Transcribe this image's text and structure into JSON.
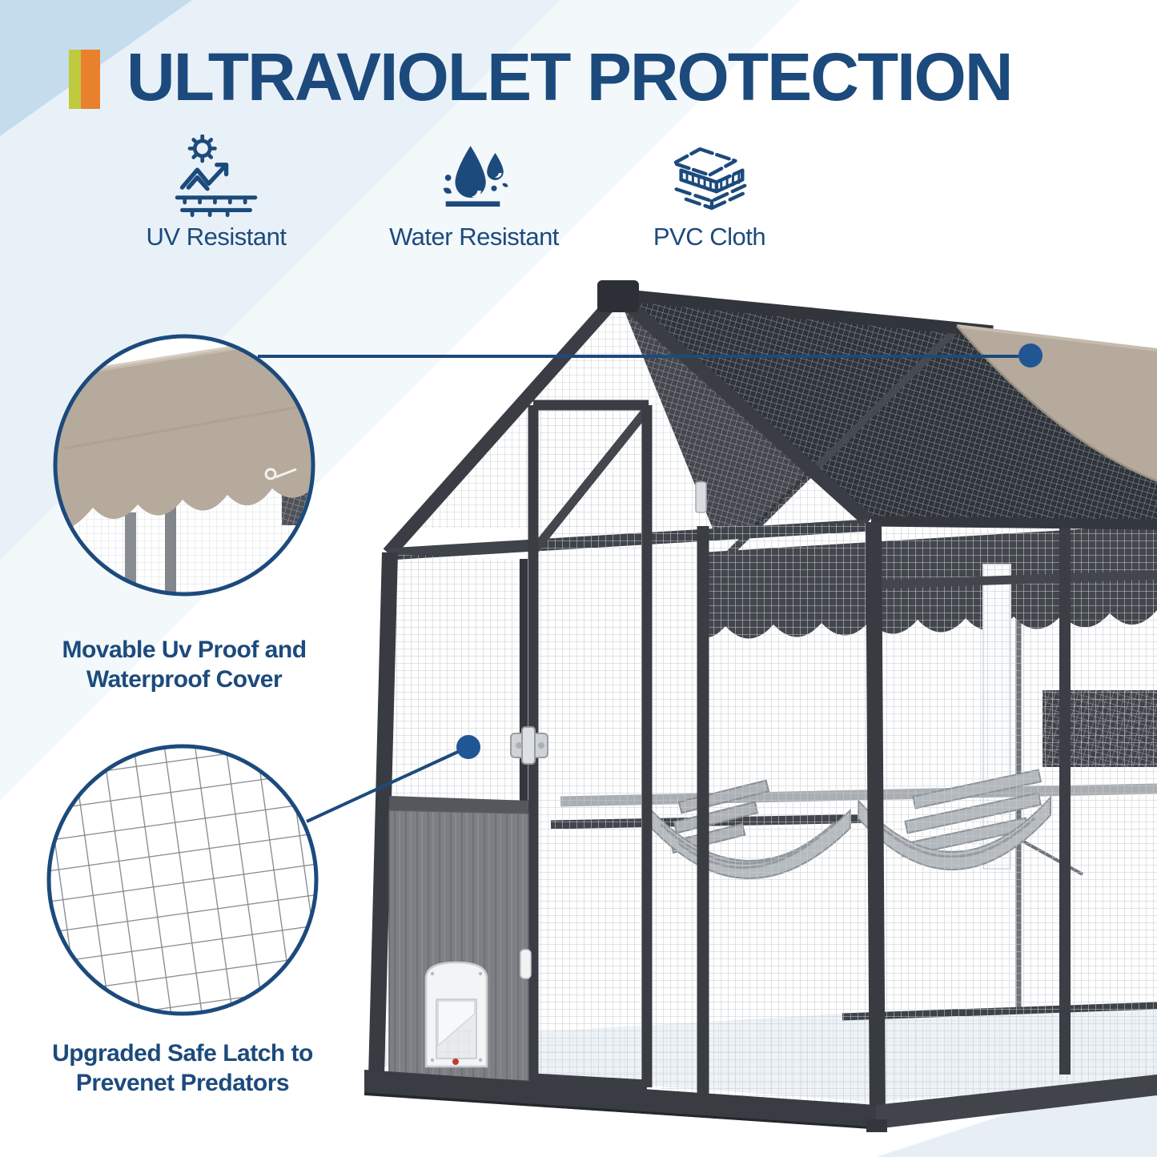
{
  "title": "ULTRAVIOLET PROTECTION",
  "features": [
    {
      "icon": "uv-resistant-icon",
      "label": "UV Resistant"
    },
    {
      "icon": "water-resistant-icon",
      "label": "Water Resistant"
    },
    {
      "icon": "pvc-cloth-icon",
      "label": "PVC Cloth"
    }
  ],
  "callouts": [
    {
      "line1": "Movable Uv Proof and",
      "line2": "Waterproof Cover"
    },
    {
      "line1": "Upgraded Safe Latch to",
      "line2": "Prevenet Predators"
    }
  ],
  "colors": {
    "navy": "#1c4a7c",
    "dot": "#215694",
    "lime": "#bfca3e",
    "orange": "#e8802e",
    "cover": "#b5aa9c",
    "blue1": "#c5dcec",
    "blue2": "#e9f1f8",
    "blue3": "#f3f8fb",
    "floor": "#e7eef5"
  }
}
